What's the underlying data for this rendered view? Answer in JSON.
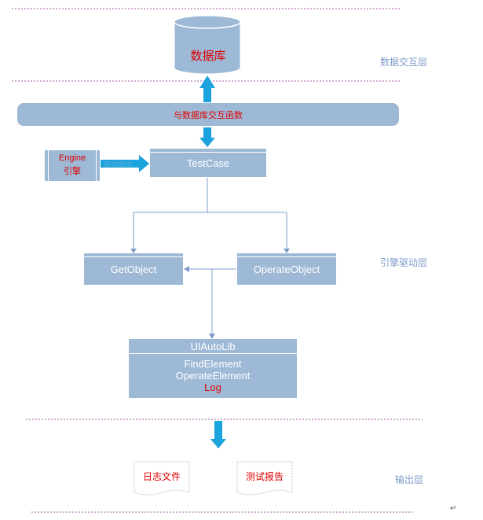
{
  "layers": {
    "data": "数据交互层",
    "engine": "引擎驱动层",
    "output": "输出层"
  },
  "database": {
    "label": "数据库"
  },
  "interaction_bar": {
    "label": "与数据库交互函数"
  },
  "engine_box": {
    "line1": "Engine",
    "line2": "引擎"
  },
  "engine_arrow": {
    "label": "启动测试"
  },
  "testcase": {
    "label": "TestCase"
  },
  "getobject": {
    "label": "GetObject"
  },
  "operateobject": {
    "label": "OperateObject"
  },
  "uiautolib": {
    "title": "UIAutoLib",
    "methods": [
      "FindElement",
      "OperateElement"
    ],
    "log": "Log"
  },
  "outputs": {
    "log_file": "日志文件",
    "test_report": "测试报告"
  },
  "paragraph_mark": "↵",
  "colors": {
    "box_fill": "#9db9d6",
    "arrow_blue": "#1aa3dc",
    "divider": "#a05aa0",
    "red_text": "#e00000",
    "layer_text": "#7d9cc9"
  }
}
